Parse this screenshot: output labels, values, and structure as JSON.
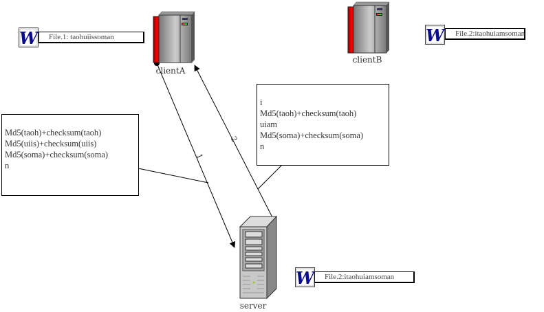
{
  "nodes": {
    "clientA": {
      "label": "clientA"
    },
    "clientB": {
      "label": "clientB"
    },
    "server": {
      "label": "server"
    }
  },
  "files": [
    {
      "icon": "word-document-icon",
      "label": "File.1: taohuiissoman"
    },
    {
      "icon": "word-document-icon",
      "label": "File.2:itaohuiamsoman"
    },
    {
      "icon": "word-document-icon",
      "label": "File.2:itaohuiamsoman"
    }
  ],
  "arrows": [
    {
      "label": "1",
      "from": "clientA",
      "to": "server"
    },
    {
      "label": "2",
      "from": "server",
      "to": "clientA"
    }
  ],
  "notes": {
    "left": [
      "Md5(taoh)+checksum(taoh)",
      "Md5(uiis)+checksum(uiis)",
      "Md5(soma)+checksum(soma)",
      "n"
    ],
    "right": [
      "i",
      "Md5(taoh)+checksum(taoh)",
      "uiam",
      "Md5(soma)+checksum(soma)",
      "n"
    ]
  },
  "colors": {
    "word_icon": "#0a0a8c",
    "tower_red": "#cc0000"
  }
}
